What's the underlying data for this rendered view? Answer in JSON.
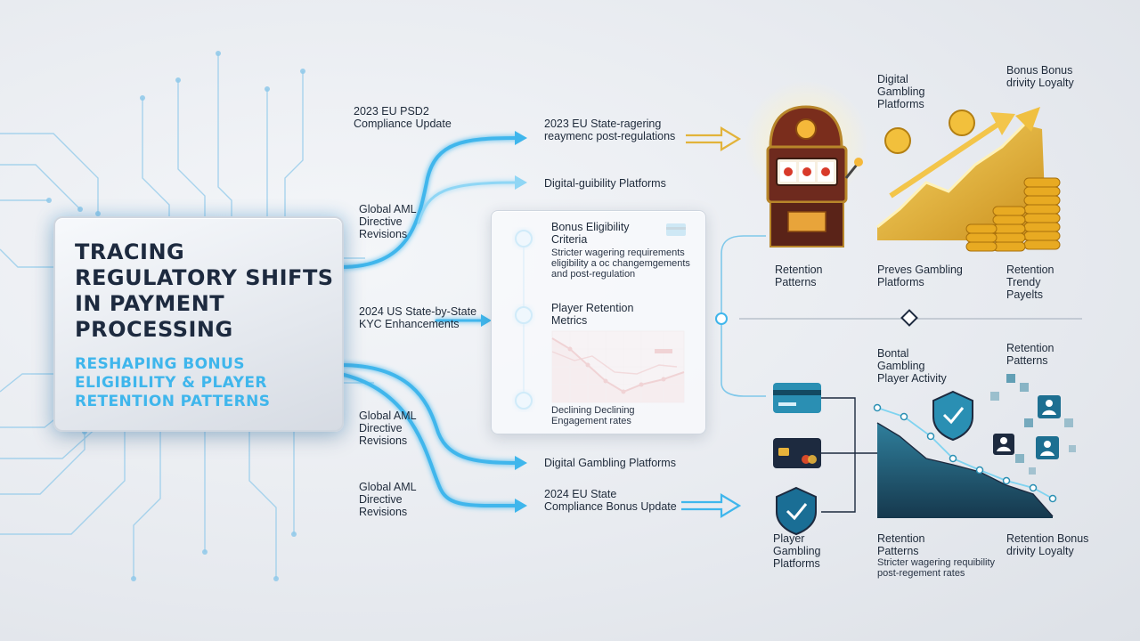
{
  "title": {
    "main": "TRACING REGULATORY SHIFTS IN PAYMENT PROCESSING",
    "sub": "RESHAPING BONUS ELIGIBILITY & PLAYER RETENTION PATTERNS"
  },
  "left_labels": [
    "2023 EU PSD2 Compliance Update",
    "Global AML Directive Revisions",
    "2024 US State-by-State KYC Enhancements",
    "Global AML Directive Revisions",
    "Global AML Directive Revisions"
  ],
  "flow_labels": [
    "2023 EU State-ragering reaymenc post-regulations",
    "Digital-guibility Platforms",
    "Digital Gambling Platforms",
    "2024 EU State Compliance Bonus Update"
  ],
  "panel": {
    "item1_title": "Bonus Eligibility Criteria",
    "item1_desc": "Stricter wagering requirements eligibility a oc changemgements and post-regulation",
    "item2_title": "Player Retention Metrics",
    "item3_desc": "Declining Declining Engagement rates"
  },
  "top_right": {
    "digital_label": "Digital Gambling Platforms",
    "bonus_label": "Bonus Bonus drivity Loyalty",
    "retention_label": "Retention Patterns",
    "preves_label": "Preves Gambling Platforms",
    "trendy_label": "Retention Trendy Payelts"
  },
  "bottom_right": {
    "bontal_label": "Bontal Gambling Player Activity",
    "retention_top_label": "Retention Patterns",
    "player_label": "Player Gambling Platforms",
    "retention_bottom_label": "Retention Patterns",
    "retention_desc": "Stricter wagering requibility post-regement rates",
    "loyalty_label": "Retention Bonus drivity Loyalty"
  },
  "colors": {
    "accent_blue": "#3fb6ec",
    "navy": "#1d2a3f",
    "gold": "#e2a318",
    "teal_chart": "#1f5f78",
    "red_line": "#d24b4b"
  },
  "icons": [
    "slot-machine-icon",
    "coin-icon",
    "credit-card-icon",
    "shield-check-icon",
    "user-icon"
  ]
}
